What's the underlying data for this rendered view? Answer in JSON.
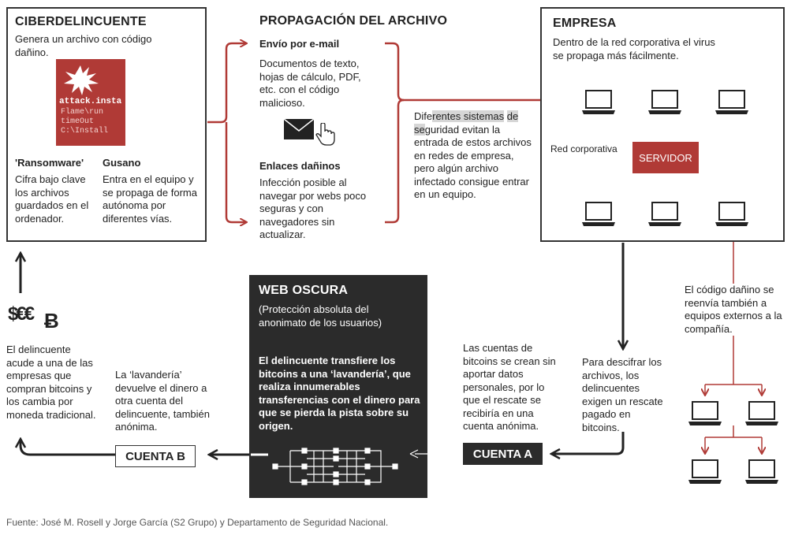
{
  "ciberdelincuente": {
    "title": "CIBERDELINCUENTE",
    "desc": "Genera un archivo con código dañino.",
    "malware_lines": [
      "attack.insta",
      "Flame\\run",
      "timeOut",
      "C:\\Install"
    ],
    "ransomware_title": "'Ransomware'",
    "ransomware_desc": "Cifra bajo clave los archivos guardados en el ordenador.",
    "gusano_title": "Gusano",
    "gusano_desc": "Entra en el equipo y se propaga de forma autónoma por diferentes vías."
  },
  "propagacion": {
    "title": "PROPAGACIÓN DEL ARCHIVO",
    "email_title": "Envío por e-mail",
    "email_desc": "Documentos de texto, hojas de cálculo, PDF, etc. con el código malicioso.",
    "links_title": "Enlaces dañinos",
    "links_desc": "Infección posible al navegar por webs poco seguras y con navegadores sin actualizar.",
    "security_pre1": "Dife",
    "security_hl1": "rentes sistemas",
    "security_hl2": "de se",
    "security_rest": "guridad evitan la entrada de estos archivos en redes de empresa, pero algún archivo infectado consigue entrar en un equipo."
  },
  "empresa": {
    "title": "EMPRESA",
    "desc": "Dentro de la red corporativa el virus se propaga más fácilmente.",
    "red_label": "Red corporativa",
    "servidor_label": "SERVIDOR",
    "external_note": "El código dañino se reenvía también a equipos externos a la compañía."
  },
  "web_oscura": {
    "title": "WEB OSCURA",
    "subtitle": "(Protección absoluta del anonimato de los usuarios)",
    "desc": "El delincuente transfiere los bitcoins a una ‘lavandería’, que realiza innumerables transferencias con el dinero para que se pierda la pista sobre su origen."
  },
  "flow": {
    "descifrar": "Para descifrar los archivos, los delincuentes exigen un rescate pagado en bitcoins.",
    "cuentas_note": "Las cuentas de bitcoins se crean sin aportar datos personales, por lo que el rescate se recibiría en una cuenta anónima.",
    "cuenta_a": "CUENTA A",
    "cuenta_b": "CUENTA B",
    "lavanderia_note": "La ‘lavandería’ devuelve el dinero a otra cuenta del delincuente, también anónima.",
    "currency_symbols": "$€€",
    "bitcoin_symbol": "Ƀ",
    "exchange_note": "El delincuente acude a una de las empresas que compran bitcoins y los cambia por moneda tradicional."
  },
  "footer": {
    "source": "Fuente: José M. Rosell y Jorge García (S2 Grupo) y Departamento de Seguridad Nacional."
  },
  "colors": {
    "accent": "#b03a36",
    "dark": "#2b2b2b",
    "ink": "#222222"
  },
  "icons": [
    "envelope-icon",
    "hand-cursor-icon",
    "laptop-icon",
    "arrow-icon",
    "bitcoin-icon",
    "euro-icon",
    "dollar-icon"
  ]
}
